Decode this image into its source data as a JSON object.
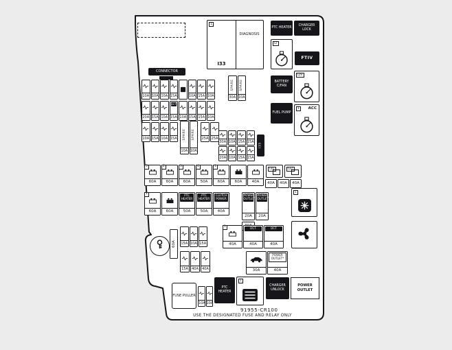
{
  "colors": {
    "background": "#ececec",
    "outline": "#15151a",
    "label_bg": "#15151a",
    "label_text": "#ffffff",
    "box_bg": "#ffffff"
  },
  "title_block": {
    "part_number": "91955-CR100",
    "warning": "USE THE DESIGNATED FUSE AND RELAY ONLY"
  },
  "top_section": {
    "module_box": {
      "num": "1",
      "module": "I33",
      "diagnosis": "DIAGNOSIS"
    },
    "ptc_heater": "PTC HEATER",
    "charger_lock": "CHARGER LOCK",
    "ftiv": "FTIV",
    "battery_cfan": "BATTERY C/FAN",
    "fuel_pump": "FUEL PUMP",
    "relay_i2": "I2",
    "relay_i29": "I29",
    "relay_acc": {
      "num": "1",
      "label": "ACC"
    }
  },
  "connector": {
    "label": "CONNECTOR"
  },
  "labels": {
    "i31": "I31",
    "i32": "I32",
    "i35": "I35",
    "key_fuse_rating": "60A",
    "compressor_num": "1",
    "heater_relay_num": "1",
    "fuse_puller": "FUSE PULLER",
    "ptc_heater_bottom": "PTC HEATER",
    "charger_unlock": "CHARGER UNLOCK",
    "power_outlet_bottom": "POWER OUTLET"
  },
  "fuse_groups": [
    {
      "id": "grid1",
      "cells": [
        {
          "r": "10A"
        },
        {
          "r": "10A"
        },
        {
          "r": "10A"
        },
        {
          "r": "15A"
        },
        {
          "icon": "dark"
        },
        {
          "r": "10A"
        },
        {
          "r": "15A"
        },
        {
          "r": "10A"
        }
      ]
    },
    {
      "id": "grid2",
      "cells": [
        {
          "r": "20A"
        },
        {
          "r": "15A"
        },
        {
          "r": "10A"
        },
        {
          "label": "DCT",
          "r": "15A"
        },
        {
          "r": "10A"
        },
        {
          "r": "15A"
        },
        {
          "r": "15A"
        },
        {
          "r": "10A"
        }
      ]
    },
    {
      "id": "grid3",
      "cells": [
        {
          "r": "10A"
        },
        {
          "r": "15A"
        },
        {
          "r": "10A"
        },
        {
          "r": "15A"
        }
      ]
    },
    {
      "id": "grid3b",
      "cells": [
        {
          "r": "25A"
        },
        {
          "r": "25A"
        }
      ]
    },
    {
      "id": "spare_top",
      "cells": [
        {
          "label": "SPARE",
          "v": true,
          "r": "30A"
        },
        {
          "label": "SPARE",
          "v": true,
          "r": "10A"
        }
      ]
    },
    {
      "id": "spare_left",
      "cells": [
        {
          "label": "SPARE",
          "v": true,
          "r": "10A"
        },
        {
          "label": "SPARE",
          "v": true,
          "r": "10A"
        }
      ]
    },
    {
      "id": "midA",
      "cells": [
        {
          "r": "30A"
        },
        {
          "r": "10A"
        },
        {
          "r": "15A"
        },
        {
          "r": "15A"
        }
      ]
    },
    {
      "id": "midB",
      "cells": [
        {
          "r": "20A"
        },
        {
          "r": "10A"
        },
        {
          "r": "15A"
        },
        {
          "r": "15A"
        }
      ]
    },
    {
      "id": "big1",
      "cells": [
        {
          "num": "5",
          "icon": "battery",
          "r": "60A"
        },
        {
          "num": "2",
          "icon": "battery",
          "r": "60A"
        },
        {
          "num": "3",
          "icon": "battery",
          "r": "60A"
        },
        {
          "num": "4",
          "icon": "battery",
          "r": "50A"
        },
        {
          "num": "1",
          "icon": "battery",
          "r": "60A"
        },
        {
          "icon": "batteryDark",
          "r": "60A"
        },
        {
          "icon": "battery",
          "r": "40A"
        }
      ]
    },
    {
      "id": "big1b",
      "cells": [
        {
          "r": "40A"
        },
        {
          "r": "40A"
        },
        {
          "r": "40A"
        }
      ]
    },
    {
      "id": "big2",
      "cells": [
        {
          "num": "1",
          "icon": "battery",
          "r": "60A"
        },
        {
          "icon": "batteryDark",
          "r": "60A"
        },
        {
          "label": "PTC HEATER",
          "r": "50A"
        },
        {
          "label": "PTC HEATER",
          "r": "50A"
        },
        {
          "label": "CLUTCH POWER",
          "r": "40A"
        }
      ]
    },
    {
      "id": "po_pair",
      "cells": [
        {
          "label": "POWER OUTLET",
          "r": "20A"
        },
        {
          "label": "POWER OUTLET",
          "r": "20A"
        }
      ]
    },
    {
      "id": "po_sub",
      "cells": [
        {
          "r": "30A"
        }
      ]
    },
    {
      "id": "dct_left",
      "cells": [
        {
          "r": "15A"
        },
        {
          "r": "10A"
        },
        {
          "r": "15A"
        }
      ]
    },
    {
      "id": "dct_right",
      "cells": [
        {
          "num": "1",
          "icon": "battery",
          "r": "40A"
        },
        {
          "label": "DCT",
          "r": "40A"
        },
        {
          "label": "DCT",
          "r": "40A"
        }
      ]
    },
    {
      "id": "bot_left",
      "cells": [
        {
          "r": "15A"
        },
        {
          "r": "40A"
        },
        {
          "r": "40A"
        }
      ]
    },
    {
      "id": "bot_right",
      "cells": [
        {
          "icon": "car",
          "r": "30A"
        },
        {
          "label": "POWER OUTLET*",
          "white": true,
          "r": "40A"
        }
      ]
    },
    {
      "id": "puller_fuses",
      "cells": [
        {
          "r": "10A"
        },
        {
          "r": "10A"
        }
      ]
    }
  ]
}
